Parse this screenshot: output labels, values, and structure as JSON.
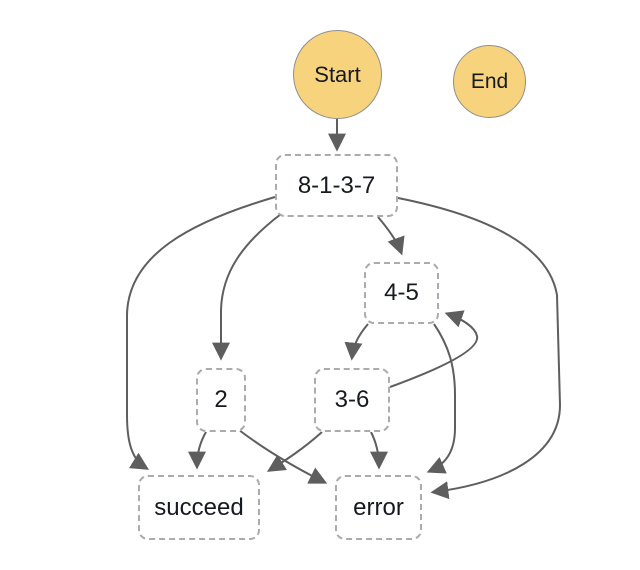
{
  "diagram": {
    "title": "state-machine-graph",
    "nodes": {
      "start": {
        "label": "Start",
        "type": "terminal-circle"
      },
      "end": {
        "label": "End",
        "type": "terminal-circle"
      },
      "s8137": {
        "label": "8-1-3-7",
        "type": "state"
      },
      "s45": {
        "label": "4-5",
        "type": "state"
      },
      "s2": {
        "label": "2",
        "type": "state"
      },
      "s36": {
        "label": "3-6",
        "type": "state"
      },
      "succeed": {
        "label": "succeed",
        "type": "state"
      },
      "error": {
        "label": "error",
        "type": "state"
      }
    },
    "edges": [
      {
        "from": "Start",
        "to": "8-1-3-7"
      },
      {
        "from": "8-1-3-7",
        "to": "succeed"
      },
      {
        "from": "8-1-3-7",
        "to": "2"
      },
      {
        "from": "8-1-3-7",
        "to": "4-5"
      },
      {
        "from": "8-1-3-7",
        "to": "error"
      },
      {
        "from": "4-5",
        "to": "3-6"
      },
      {
        "from": "4-5",
        "to": "error"
      },
      {
        "from": "3-6",
        "to": "4-5"
      },
      {
        "from": "3-6",
        "to": "succeed"
      },
      {
        "from": "3-6",
        "to": "error"
      },
      {
        "from": "2",
        "to": "succeed"
      },
      {
        "from": "2",
        "to": "error"
      }
    ],
    "colors": {
      "terminal_fill": "#F8D37E",
      "terminal_border": "#8F8F8F",
      "state_border_dashed": "#ABABAB",
      "edge": "#5E5E5E",
      "text": "#16191F",
      "background": "#FFFFFF"
    }
  }
}
